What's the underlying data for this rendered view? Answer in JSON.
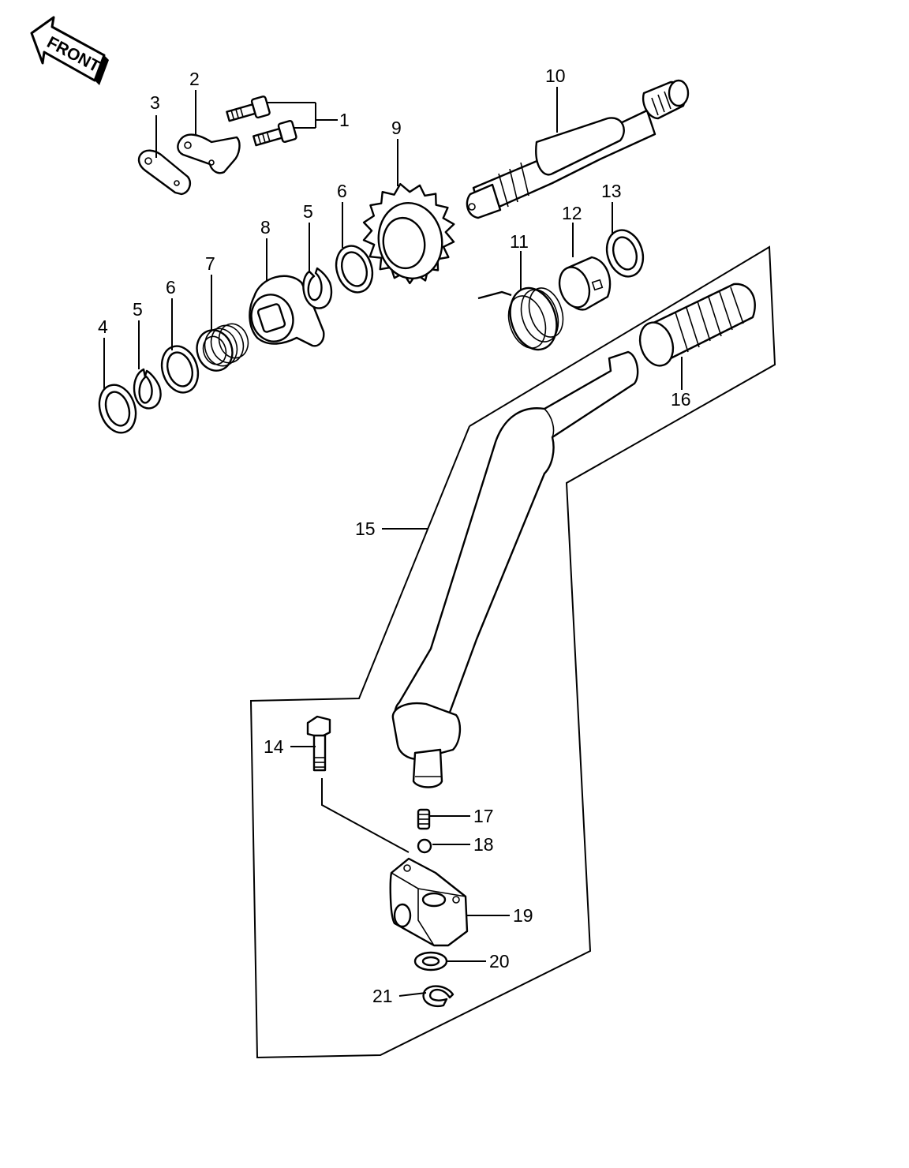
{
  "front_arrow": {
    "text": "FRONT"
  },
  "callouts": [
    {
      "id": "1",
      "text": "1"
    },
    {
      "id": "2",
      "text": "2"
    },
    {
      "id": "3",
      "text": "3"
    },
    {
      "id": "4",
      "text": "4"
    },
    {
      "id": "5a",
      "text": "5"
    },
    {
      "id": "5b",
      "text": "5"
    },
    {
      "id": "6a",
      "text": "6"
    },
    {
      "id": "6b",
      "text": "6"
    },
    {
      "id": "7",
      "text": "7"
    },
    {
      "id": "8",
      "text": "8"
    },
    {
      "id": "9",
      "text": "9"
    },
    {
      "id": "10",
      "text": "10"
    },
    {
      "id": "11",
      "text": "11"
    },
    {
      "id": "12",
      "text": "12"
    },
    {
      "id": "13",
      "text": "13"
    },
    {
      "id": "14",
      "text": "14"
    },
    {
      "id": "15",
      "text": "15"
    },
    {
      "id": "16",
      "text": "16"
    },
    {
      "id": "17",
      "text": "17"
    },
    {
      "id": "18",
      "text": "18"
    },
    {
      "id": "19",
      "text": "19"
    },
    {
      "id": "20",
      "text": "20"
    },
    {
      "id": "21",
      "text": "21"
    }
  ]
}
